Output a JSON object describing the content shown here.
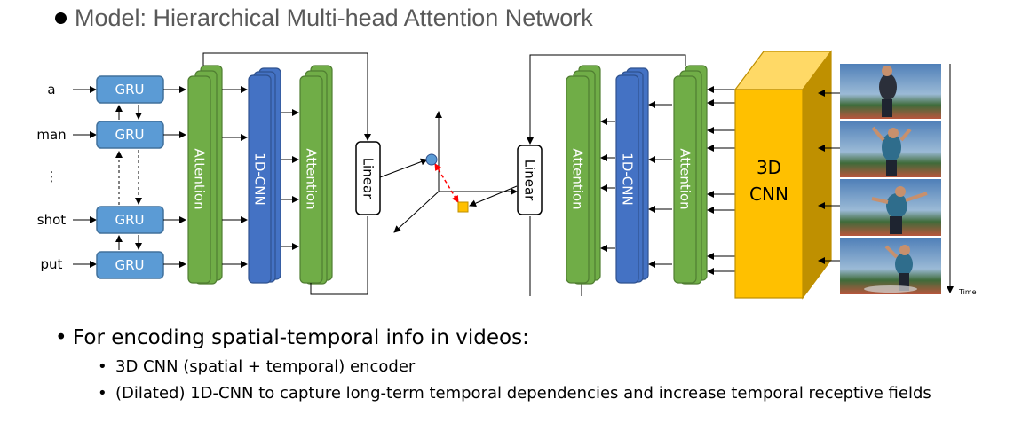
{
  "title": "Model: Hierarchical Multi-head Attention Network",
  "colors": {
    "gru_fill": "#5b9bd5",
    "attention_fill": "#70ad47",
    "cnn1d_fill": "#4472c4",
    "cnn3d_fill": "#ffc000",
    "arrow_red": "#ff0000",
    "point_blue": "#5b9bd5",
    "point_orange": "#ffc000"
  },
  "diagram": {
    "words": [
      "a",
      "man",
      "⋮",
      "shot",
      "put"
    ],
    "gru_label": "GRU",
    "attention_label": "Attention",
    "cnn1d_label": "1D-CNN",
    "linear_label": "Linear",
    "cnn3d_label_line1": "3D",
    "cnn3d_label_line2": "CNN",
    "time_label": "Time"
  },
  "bullets": {
    "main": "For encoding spatial-temporal info in videos:",
    "sub": [
      "3D CNN (spatial + temporal) encoder",
      "(Dilated) 1D-CNN to capture long-term temporal dependencies and increase temporal receptive fields"
    ]
  }
}
